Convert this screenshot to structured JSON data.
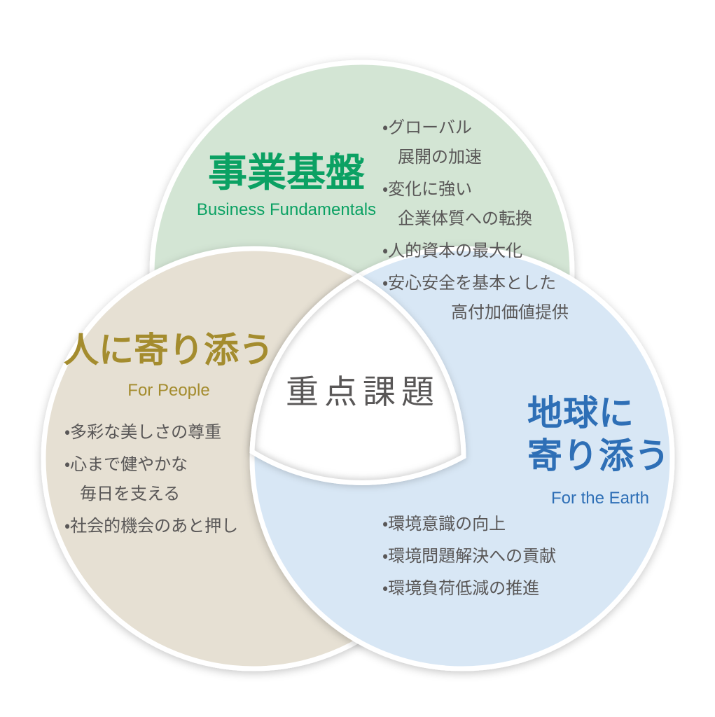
{
  "center": {
    "title": "重点課題"
  },
  "business": {
    "title": "事業基盤",
    "subtitle": "Business Fundamentals",
    "bullets": [
      {
        "line1": "・グローバル",
        "line2": "展開の加速"
      },
      {
        "line1": "・変化に強い",
        "line2": "企業体質への転換"
      },
      {
        "line1": "・人的資本の最大化"
      },
      {
        "line1": "・安心安全を基本とした",
        "line2": "高付加価値提供"
      }
    ]
  },
  "people": {
    "title": "人に寄り添う",
    "subtitle": "For People",
    "bullets": [
      {
        "line1": "・多彩な美しさの尊重"
      },
      {
        "line1": "・心まで健やかな",
        "line2": "毎日を支える"
      },
      {
        "line1": "・社会的機会のあと押し"
      }
    ]
  },
  "earth": {
    "title_line1": "地球に",
    "title_line2": "寄り添う",
    "subtitle": "For the Earth",
    "bullets": [
      {
        "line1": "・環境意識の向上"
      },
      {
        "line1": "・環境問題解決への貢献"
      },
      {
        "line1": "・環境負荷低減の推進"
      }
    ]
  },
  "colors": {
    "business-fill": "#d3e5d4",
    "business-accent": "#0ba163",
    "people-fill": "#e6e0d3",
    "people-accent": "#a48c2e",
    "earth-fill": "#d8e7f5",
    "earth-accent": "#2e6fb6",
    "body-text": "#595757",
    "page-bg": "#ffffff"
  }
}
